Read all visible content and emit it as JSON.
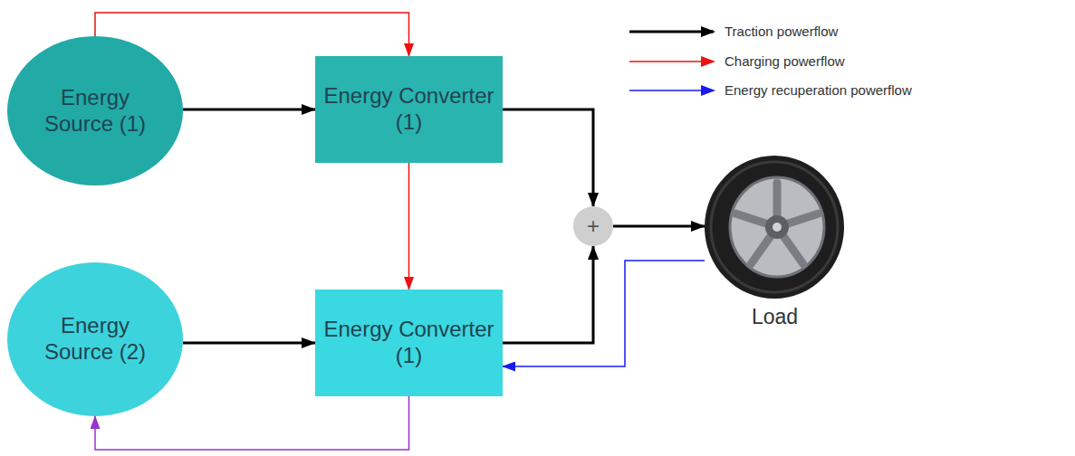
{
  "diagram": {
    "nodes": [
      {
        "text": [
          "Energy Source (1)"
        ]
      },
      {
        "text": [
          "Energy Converter (1)"
        ]
      },
      {
        "text": [
          "Energy Source (2)"
        ]
      },
      {
        "text": [
          "Energy Converter (1)"
        ]
      },
      {
        "text": [
          "+"
        ]
      },
      {
        "text": [
          "Load"
        ]
      }
    ],
    "edges": [
      {
        "from": 0,
        "to": 1,
        "arrow": "to"
      },
      {
        "from": 2,
        "to": 3,
        "arrow": "to"
      },
      {
        "from": 1,
        "to": 4,
        "arrow": "to"
      },
      {
        "from": 3,
        "to": 4,
        "arrow": "to"
      },
      {
        "from": 4,
        "to": 5,
        "arrow": "to"
      },
      {
        "from": 0,
        "to": 1,
        "arrow": "to"
      },
      {
        "from": 1,
        "to": 3,
        "arrow": "to"
      },
      {
        "from": 5,
        "to": 3,
        "arrow": "to"
      },
      {
        "from": 3,
        "to": 2,
        "arrow": "to"
      }
    ],
    "legend": [
      {
        "text": "Traction powerflow"
      },
      {
        "text": "Charging powerflow"
      },
      {
        "text": "Energy recuperation powerflow"
      }
    ]
  }
}
